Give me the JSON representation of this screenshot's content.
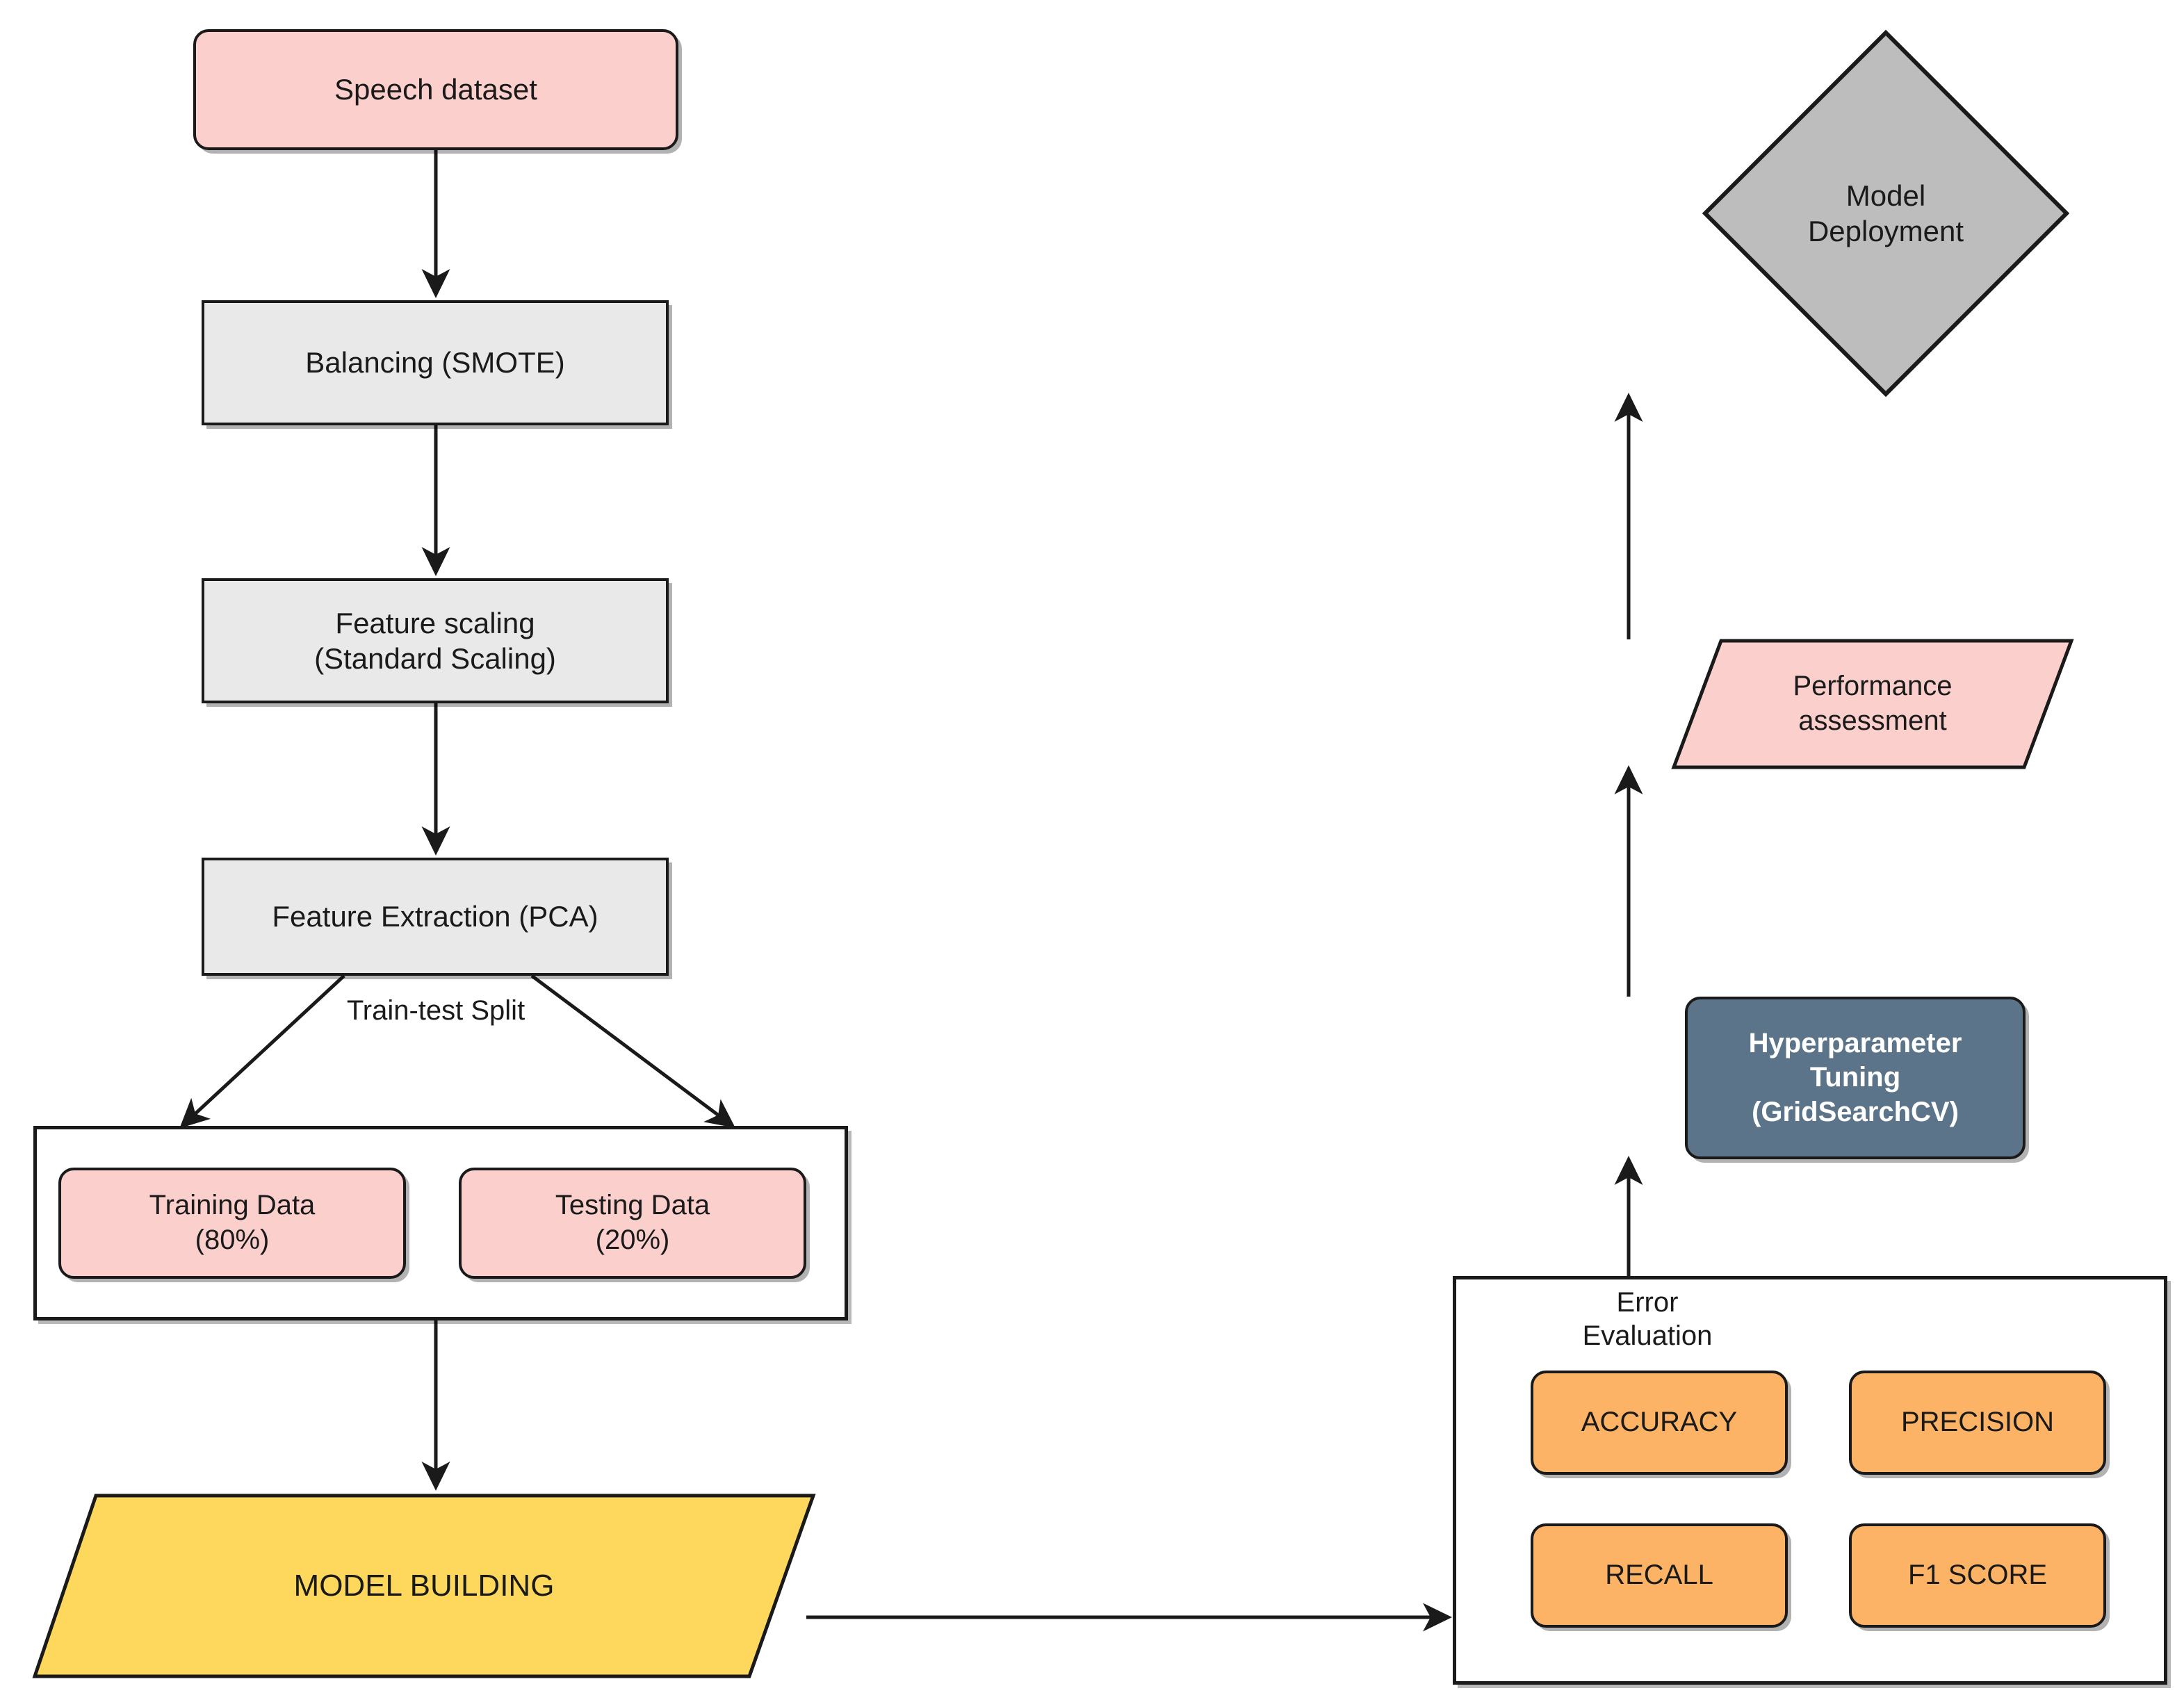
{
  "diagram": {
    "title": "Speech classification machine-learning pipeline flowchart",
    "colors": {
      "pink": "#fbcfcc",
      "grey": "#e9e9e9",
      "orange": "#fcb366",
      "yellow": "#fdd85d",
      "slate": "#5b7489",
      "diamond_grey": "#bdbdbd",
      "stroke": "#1a1a1a",
      "background": "#ffffff"
    },
    "nodes": {
      "speech_dataset": "Speech dataset",
      "balancing": "Balancing (SMOTE)",
      "feature_scaling": "Feature scaling\n(Standard Scaling)",
      "feature_extraction": "Feature Extraction (PCA)",
      "training_data": "Training Data\n(80%)",
      "testing_data": "Testing Data\n(20%)",
      "model_building": "MODEL BUILDING",
      "hyperparameter_tuning": "Hyperparameter\nTuning\n(GridSearchCV)",
      "performance_assessment": "Performance\nassessment",
      "model_deployment": "Model\nDeployment"
    },
    "edge_labels": {
      "train_test_split": "Train-test Split",
      "error_evaluation": "Error\nEvaluation"
    },
    "metrics": [
      "ACCURACY",
      "PRECISION",
      "RECALL",
      "F1 SCORE"
    ]
  }
}
